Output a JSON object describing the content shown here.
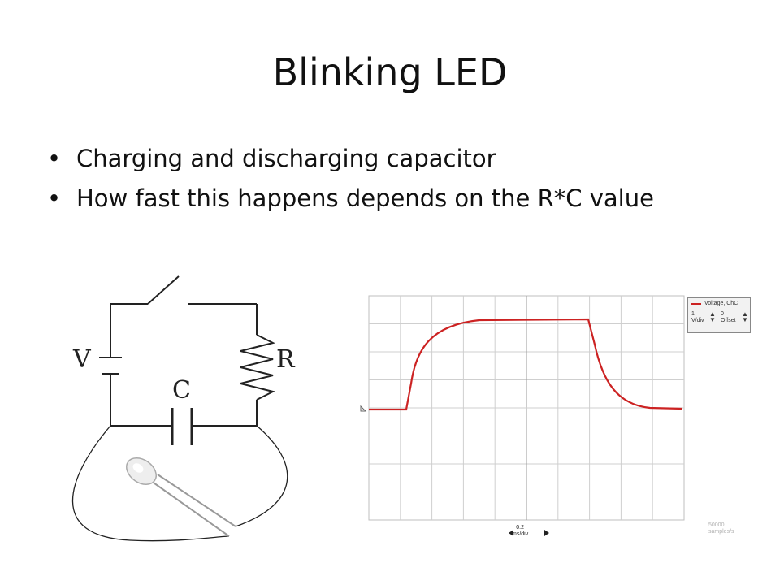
{
  "slide": {
    "title": "Blinking LED",
    "bullets": [
      "Charging and discharging capacitor",
      "How fast this happens depends on the R*C value"
    ]
  },
  "circuit": {
    "label_v": "V",
    "label_c": "C",
    "label_r": "R"
  },
  "scope": {
    "legend": "Voltage, ChC",
    "vdiv_value": "1",
    "vdiv_unit": "V/div",
    "offset_value": "0",
    "offset_unit": "Offset",
    "time_value": "0.2",
    "time_unit": "ms/div",
    "samples_value": "50000",
    "samples_unit": "samples/s",
    "trace_color": "#cc2222"
  }
}
